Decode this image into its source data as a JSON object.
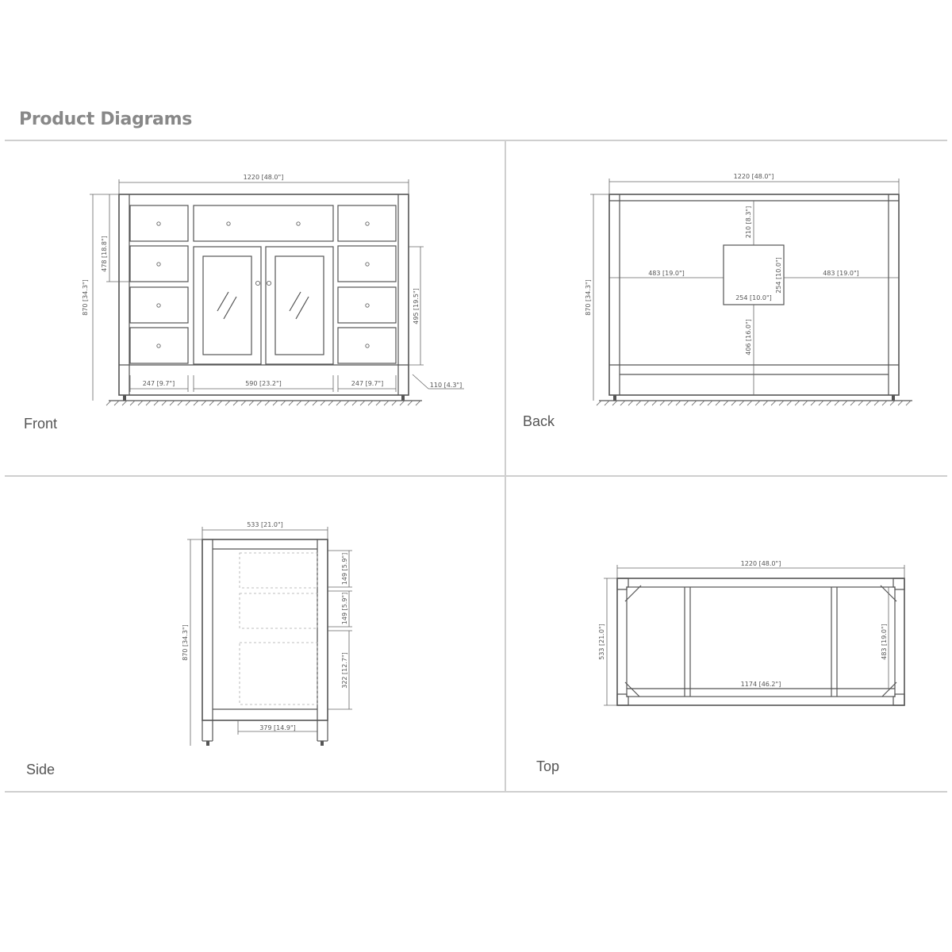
{
  "header": {
    "title": "Product Diagrams"
  },
  "panels": {
    "front": {
      "label": "Front",
      "dims": {
        "width": "1220 [48.0\"]",
        "height": "870 [34.3\"]",
        "drawer_height": "478 [18.8\"]",
        "door_height": "495 [19.5\"]",
        "left_drawer_width": "247 [9.7\"]",
        "center_width": "590 [23.2\"]",
        "right_drawer_width": "247 [9.7\"]",
        "base": "110 [4.3\"]"
      }
    },
    "back": {
      "label": "Back",
      "dims": {
        "width": "1220 [48.0\"]",
        "height": "870 [34.3\"]",
        "top_offset": "210 [8.3\"]",
        "left_offset": "483 [19.0\"]",
        "right_offset": "483 [19.0\"]",
        "cutout_height": "254 [10.0\"]",
        "cutout_width": "254 [10.0\"]",
        "bottom_offset": "406 [16.0\"]"
      }
    },
    "side": {
      "label": "Side",
      "dims": {
        "depth": "533 [21.0\"]",
        "height": "870 [34.3\"]",
        "shelf_1": "149 [5.9\"]",
        "shelf_2": "149 [5.9\"]",
        "shelf_3": "322 [12.7\"]",
        "inner_depth": "379 [14.9\"]"
      }
    },
    "top": {
      "label": "Top",
      "dims": {
        "width": "1220 [48.0\"]",
        "depth": "533 [21.0\"]",
        "inner_depth": "483 [19.0\"]",
        "inner_width": "1174 [46.2\"]"
      }
    }
  }
}
